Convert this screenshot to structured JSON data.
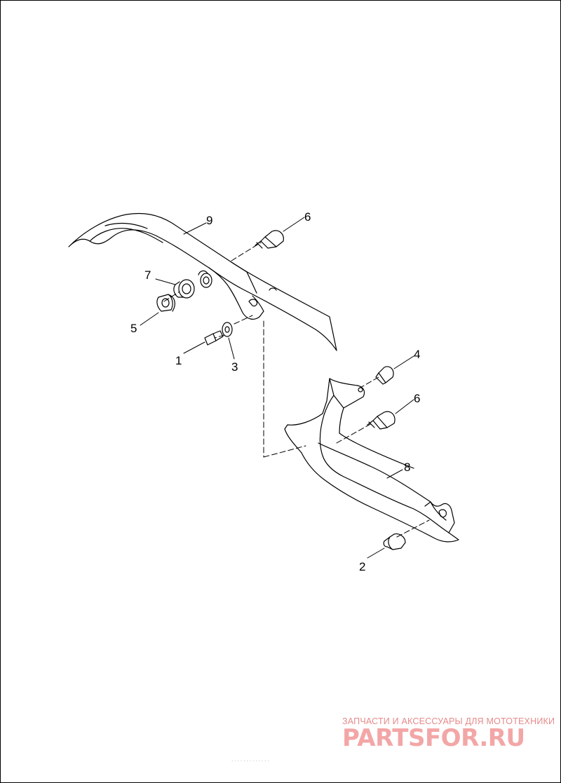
{
  "diagram": {
    "callouts": {
      "c1": "1",
      "c2": "2",
      "c3": "3",
      "c4": "4",
      "c5": "5",
      "c6a": "6",
      "c6b": "6",
      "c7": "7",
      "c8": "8",
      "c9": "9"
    }
  },
  "watermark": {
    "tagline": "ЗАПЧАСТИ И АКСЕССУАРЫ ДЛЯ МОТОТЕХНИКИ",
    "logo": "PARTSFOR.RU"
  },
  "colors": {
    "line": "#000000",
    "watermark": "#f3a6a6"
  }
}
